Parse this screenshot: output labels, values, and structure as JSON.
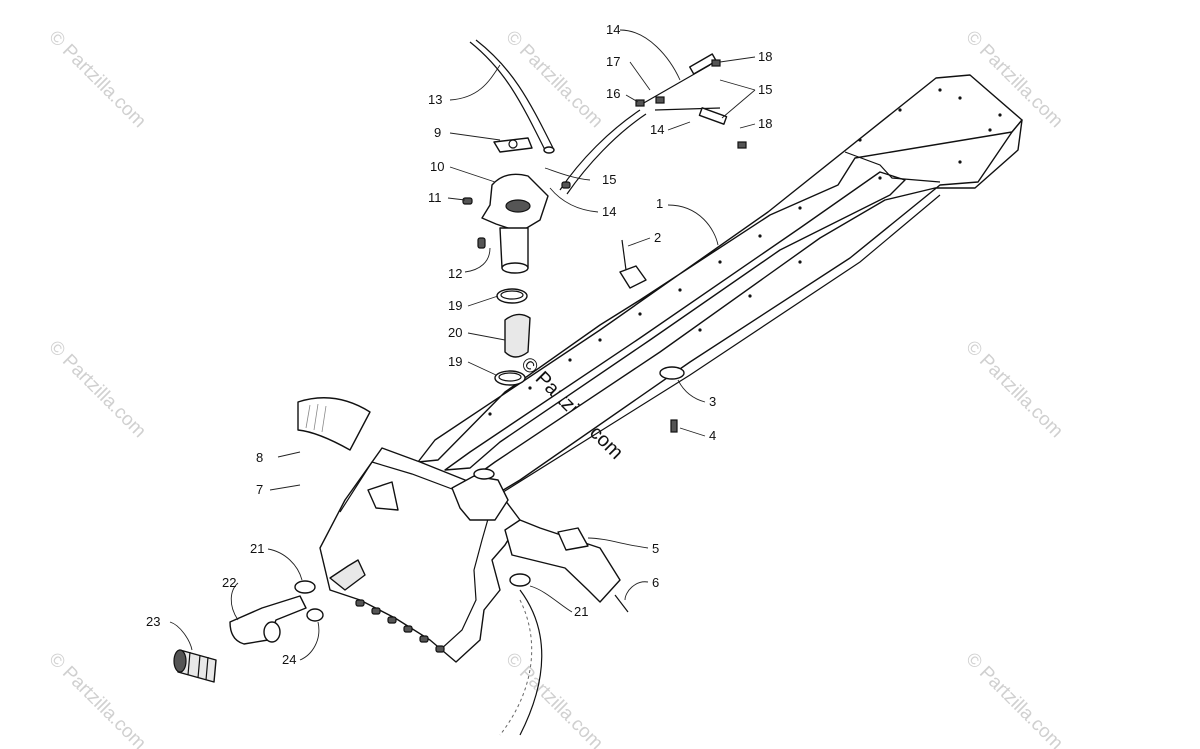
{
  "watermarks": {
    "corner": "© Partzilla.com",
    "center": "© Partzilla.com"
  },
  "callouts": [
    {
      "id": "c1",
      "text": "1"
    },
    {
      "id": "c2",
      "text": "2"
    },
    {
      "id": "c3",
      "text": "3"
    },
    {
      "id": "c4",
      "text": "4"
    },
    {
      "id": "c5",
      "text": "5"
    },
    {
      "id": "c6",
      "text": "6"
    },
    {
      "id": "c7",
      "text": "7"
    },
    {
      "id": "c8",
      "text": "8"
    },
    {
      "id": "c9",
      "text": "9"
    },
    {
      "id": "c10",
      "text": "10"
    },
    {
      "id": "c11",
      "text": "11"
    },
    {
      "id": "c12",
      "text": "12"
    },
    {
      "id": "c13",
      "text": "13"
    },
    {
      "id": "c14a",
      "text": "14"
    },
    {
      "id": "c14b",
      "text": "14"
    },
    {
      "id": "c14c",
      "text": "14"
    },
    {
      "id": "c15a",
      "text": "15"
    },
    {
      "id": "c15b",
      "text": "15"
    },
    {
      "id": "c16",
      "text": "16"
    },
    {
      "id": "c17",
      "text": "17"
    },
    {
      "id": "c18a",
      "text": "18"
    },
    {
      "id": "c18b",
      "text": "18"
    },
    {
      "id": "c19a",
      "text": "19"
    },
    {
      "id": "c19b",
      "text": "19"
    },
    {
      "id": "c20",
      "text": "20"
    },
    {
      "id": "c21a",
      "text": "21"
    },
    {
      "id": "c21b",
      "text": "21"
    },
    {
      "id": "c22",
      "text": "22"
    },
    {
      "id": "c23",
      "text": "23"
    },
    {
      "id": "c24",
      "text": "24"
    }
  ]
}
